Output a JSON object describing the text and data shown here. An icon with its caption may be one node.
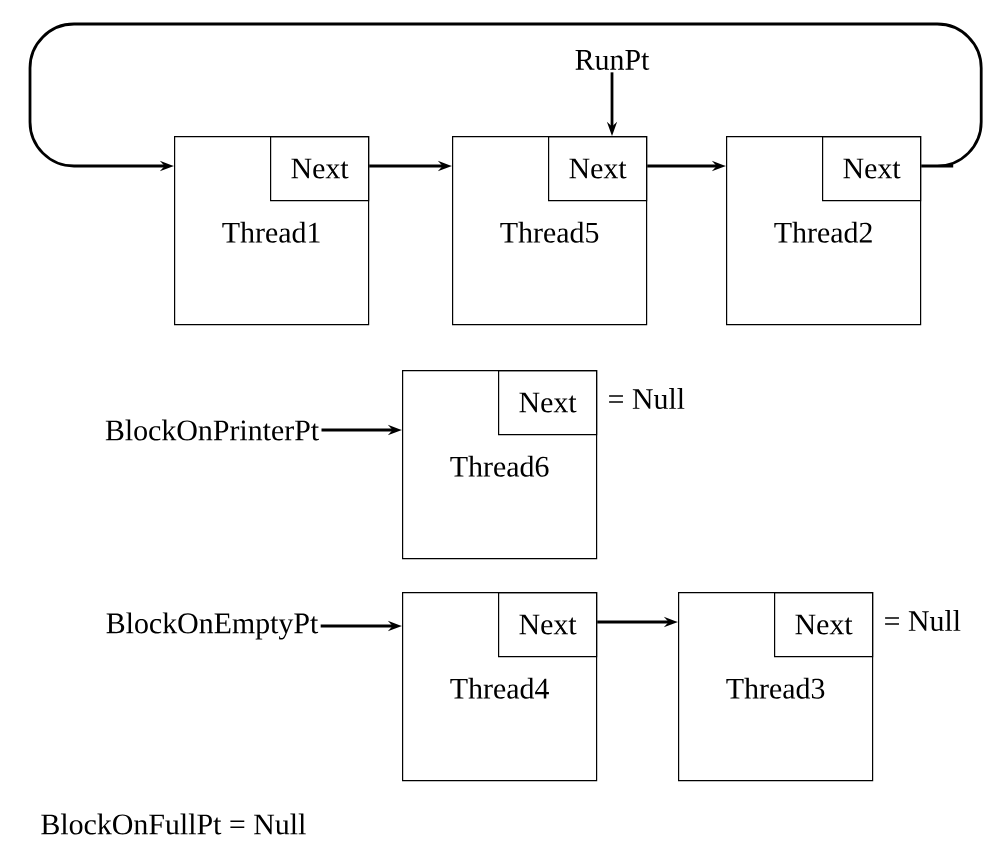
{
  "diagram": {
    "nodes": [
      {
        "text": [
          "RunPt"
        ]
      },
      {
        "text": [
          "Thread1"
        ]
      },
      {
        "text": [
          "Next"
        ],
        "in": 1
      },
      {
        "text": [
          "Thread5"
        ]
      },
      {
        "text": [
          "Next"
        ],
        "in": 3
      },
      {
        "text": [
          "Thread2"
        ]
      },
      {
        "text": [
          "Next"
        ],
        "in": 5
      },
      {
        "text": [
          "BlockOnPrinterPt"
        ]
      },
      {
        "text": [
          "Thread6"
        ]
      },
      {
        "text": [
          "Next"
        ],
        "in": 8,
        "beside": [
          "= Null"
        ]
      },
      {
        "text": [
          "BlockOnEmptyPt"
        ]
      },
      {
        "text": [
          "Thread4"
        ]
      },
      {
        "text": [
          "Next"
        ],
        "in": 11
      },
      {
        "text": [
          "Thread3"
        ]
      },
      {
        "text": [
          "Next"
        ],
        "in": 13,
        "beside": [
          "= Null"
        ]
      }
    ],
    "edges": [
      {
        "from": 0,
        "to": 3,
        "arrow": "to"
      },
      {
        "from": 1,
        "to": 3,
        "arrow": "to"
      },
      {
        "from": 3,
        "to": 5,
        "arrow": "to"
      },
      {
        "from": 5,
        "to": 1,
        "arrow": "to"
      },
      {
        "from": 7,
        "to": 8,
        "arrow": "to"
      },
      {
        "from": 10,
        "to": 11,
        "arrow": "to"
      },
      {
        "from": 11,
        "to": 13,
        "arrow": "to"
      }
    ],
    "labels": [
      "BlockOnFullPt = Null"
    ]
  }
}
